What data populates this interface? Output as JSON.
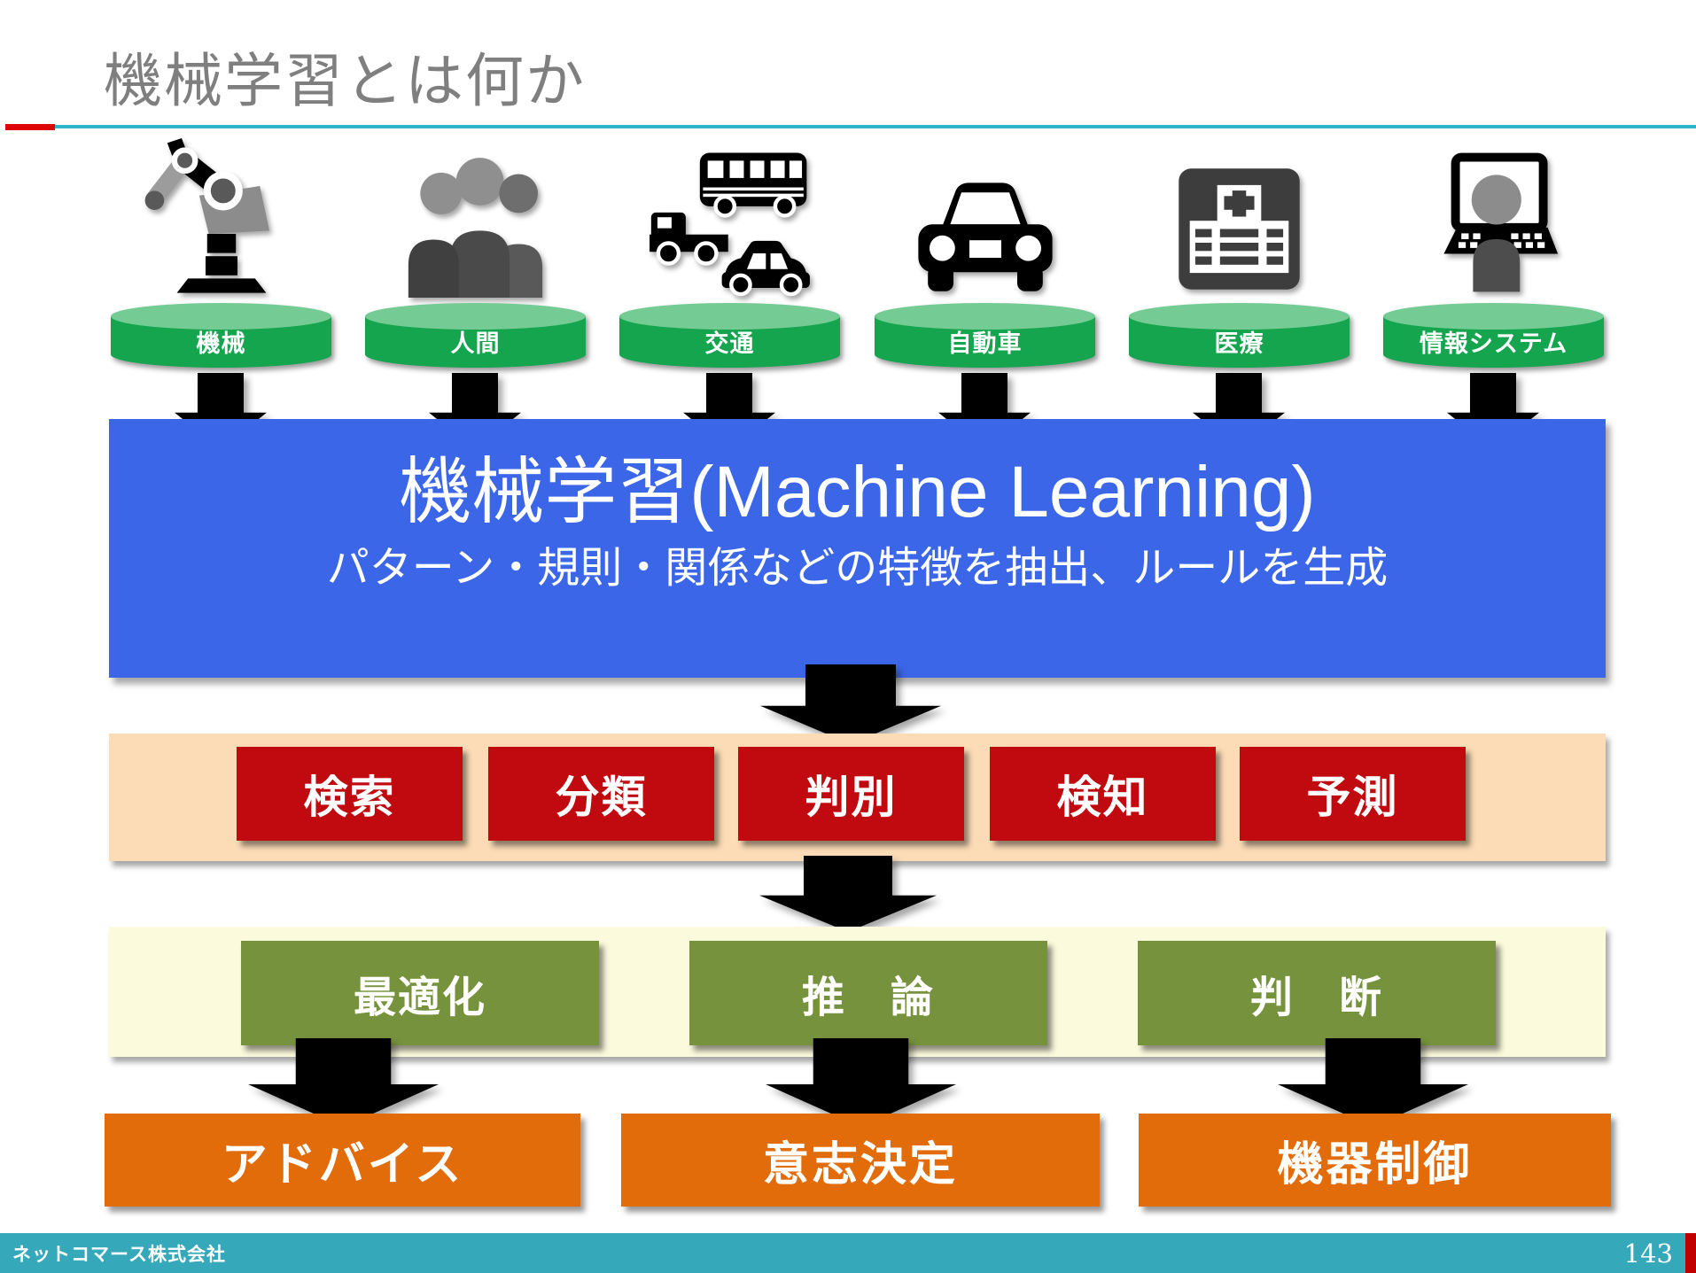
{
  "slide": {
    "title": "機械学習とは何か"
  },
  "sources": [
    {
      "label": "機械",
      "icon": "robot-arm-icon"
    },
    {
      "label": "人間",
      "icon": "people-icon"
    },
    {
      "label": "交通",
      "icon": "transport-icon"
    },
    {
      "label": "自動車",
      "icon": "car-icon"
    },
    {
      "label": "医療",
      "icon": "hospital-icon"
    },
    {
      "label": "情報システム",
      "icon": "computer-user-icon"
    }
  ],
  "ml_box": {
    "title": "機械学習(Machine Learning)",
    "subtitle": "パターン・規則・関係などの特徴を抽出、ルールを生成"
  },
  "functions": [
    "検索",
    "分類",
    "判別",
    "検知",
    "予測"
  ],
  "capabilities": [
    "最適化",
    "推　論",
    "判　断"
  ],
  "outcomes": [
    "アドバイス",
    "意志決定",
    "機器制御"
  ],
  "footer": {
    "company": "ネットコマース株式会社",
    "page": "143"
  },
  "colors": {
    "title_gray": "#7f7f7f",
    "rule_red": "#dd0404",
    "rule_cyan": "#2eb5c9",
    "cylinder_green": "#16a54f",
    "cylinder_top_green": "#74cc94",
    "arrow_salmon": "#f4696b",
    "ml_blue": "#3b66e8",
    "band_peach": "#fcdcb7",
    "function_red": "#c00a10",
    "band_yellow": "#fbfadd",
    "capability_olive": "#76923c",
    "outcome_orange": "#e36c0a",
    "footer_teal": "#35a9ba",
    "footer_strip_red": "#c00000"
  }
}
